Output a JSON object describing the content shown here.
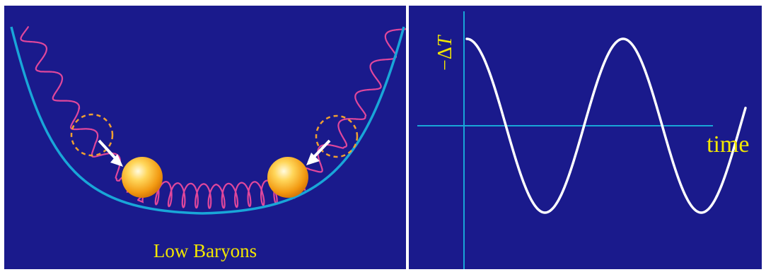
{
  "left_panel": {
    "caption": "Low Baryons",
    "colors": {
      "background": "#1a1a8c",
      "well": "#19a6d8",
      "spring": "#e0479c",
      "dashed_ring": "#f0a030",
      "arrow": "#ffffff",
      "ball": "#f5a623"
    },
    "icons": [
      "potential-well-curve",
      "spring-coil",
      "baryon-ball",
      "compression-arrow",
      "dashed-displacement-ring"
    ]
  },
  "right_panel": {
    "ylabel_prefix": "−Δ",
    "ylabel_symbol": "T",
    "xlabel": "time",
    "colors": {
      "axis": "#19a6d8",
      "curve": "#ffffff",
      "label": "#f2e600"
    },
    "curve_shape": "cosine oscillation"
  }
}
